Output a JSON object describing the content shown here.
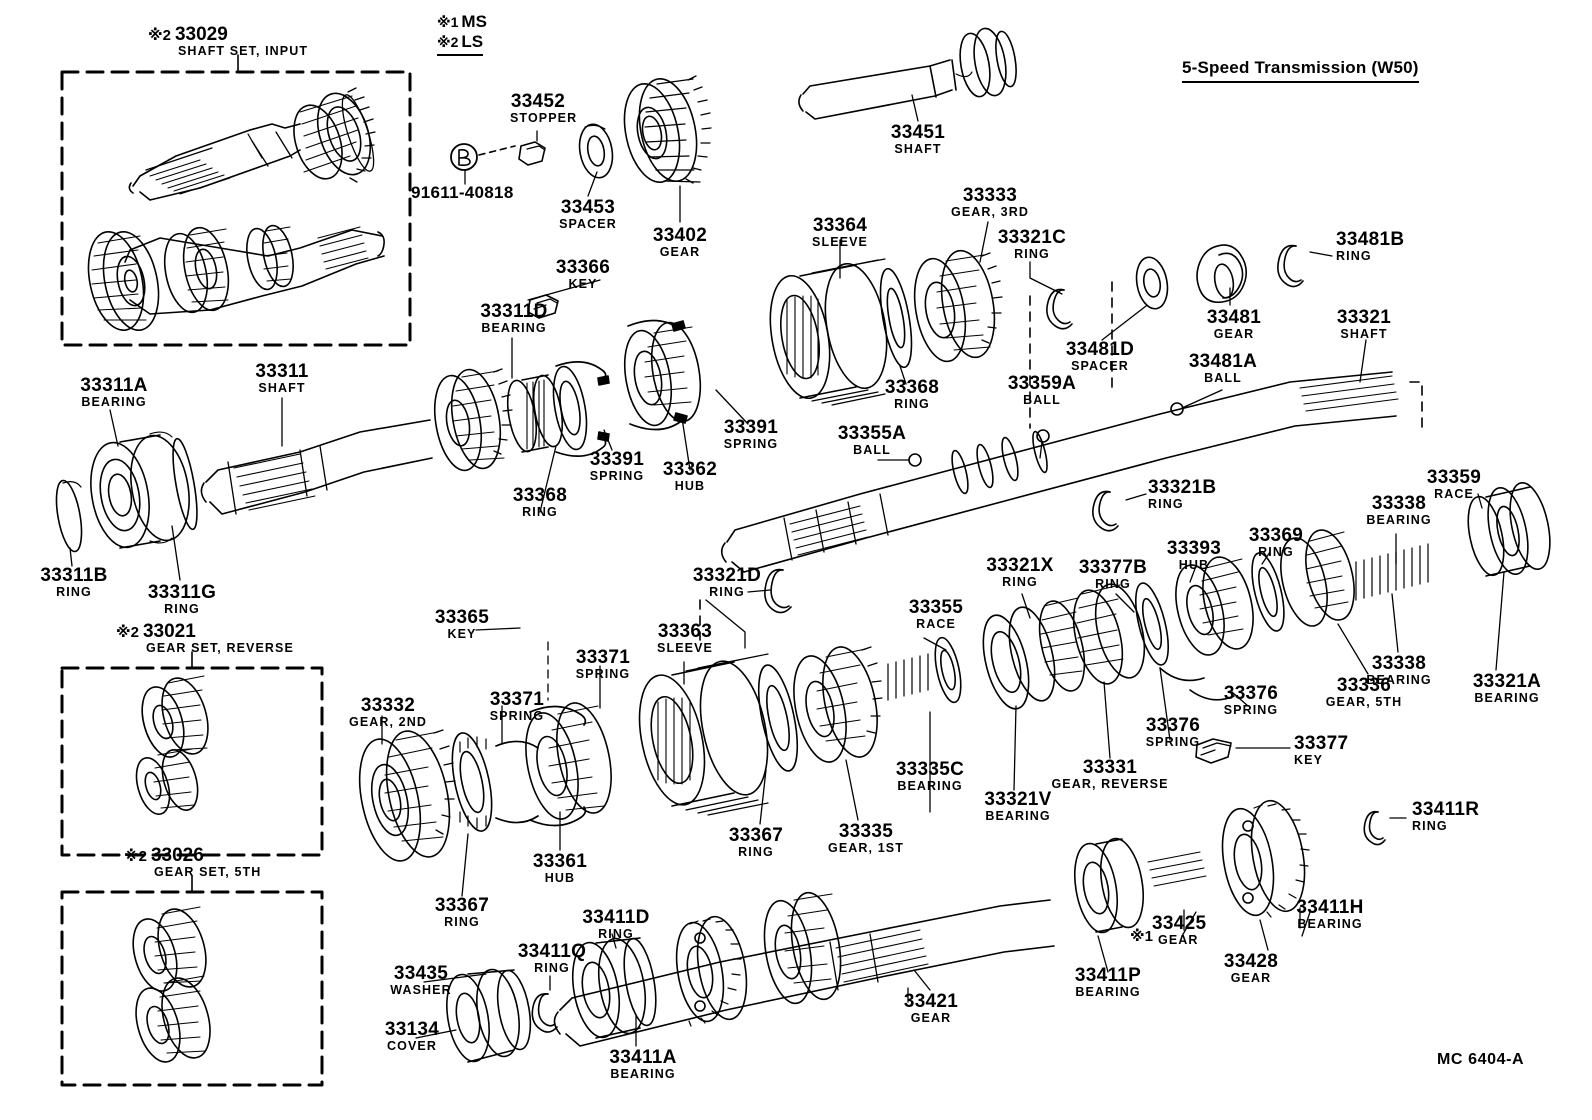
{
  "title": "5-Speed Transmission (W50)",
  "footer_code": "MC 6404-A",
  "legend": [
    {
      "mark": "※1",
      "text": "MS"
    },
    {
      "mark": "※2",
      "text": "LS"
    }
  ],
  "groups": [
    {
      "id": "g33029",
      "mark": "※2",
      "number": "33029",
      "desc": "SHAFT SET, INPUT"
    },
    {
      "id": "g33021",
      "mark": "※2",
      "number": "33021",
      "desc": "GEAR SET, REVERSE"
    },
    {
      "id": "g33026",
      "mark": "※2",
      "number": "33026",
      "desc": "GEAR SET, 5TH"
    }
  ],
  "bolt_ref": {
    "letter": "B",
    "number": "91611-40818"
  },
  "inline_marks": [
    {
      "id": "m33425",
      "text": "※1"
    },
    {
      "id": "m33411p",
      "text": "※1"
    }
  ],
  "parts": [
    {
      "number": "33452",
      "desc": "STOPPER"
    },
    {
      "number": "33453",
      "desc": "SPACER"
    },
    {
      "number": "33402",
      "desc": "GEAR"
    },
    {
      "number": "33451",
      "desc": "SHAFT"
    },
    {
      "number": "33366",
      "desc": "KEY"
    },
    {
      "number": "33364",
      "desc": "SLEEVE"
    },
    {
      "number": "33333",
      "desc": "GEAR, 3RD"
    },
    {
      "number": "33321C",
      "desc": "RING"
    },
    {
      "number": "33481B",
      "desc": "RING"
    },
    {
      "number": "33481",
      "desc": "GEAR"
    },
    {
      "number": "33481D",
      "desc": "SPACER"
    },
    {
      "number": "33481A",
      "desc": "BALL"
    },
    {
      "number": "33321",
      "desc": "SHAFT"
    },
    {
      "number": "33359A",
      "desc": "BALL"
    },
    {
      "number": "33355A",
      "desc": "BALL"
    },
    {
      "number": "33311D",
      "desc": "BEARING"
    },
    {
      "number": "33311",
      "desc": "SHAFT"
    },
    {
      "number": "33311A",
      "desc": "BEARING"
    },
    {
      "number": "33311B",
      "desc": "RING"
    },
    {
      "number": "33311G",
      "desc": "RING"
    },
    {
      "number": "33368",
      "desc": "RING"
    },
    {
      "number": "33391",
      "desc": "SPRING"
    },
    {
      "number": "33362",
      "desc": "HUB"
    },
    {
      "number": "33391",
      "desc": "SPRING"
    },
    {
      "number": "33368",
      "desc": "RING"
    },
    {
      "number": "33321B",
      "desc": "RING"
    },
    {
      "number": "33321D",
      "desc": "RING"
    },
    {
      "number": "33359",
      "desc": "RACE"
    },
    {
      "number": "33338",
      "desc": "BEARING"
    },
    {
      "number": "33369",
      "desc": "RING"
    },
    {
      "number": "33393",
      "desc": "HUB"
    },
    {
      "number": "33377B",
      "desc": "RING"
    },
    {
      "number": "33321X",
      "desc": "RING"
    },
    {
      "number": "33355",
      "desc": "RACE"
    },
    {
      "number": "33365",
      "desc": "KEY"
    },
    {
      "number": "33363",
      "desc": "SLEEVE"
    },
    {
      "number": "33371",
      "desc": "SPRING"
    },
    {
      "number": "33371",
      "desc": "SPRING"
    },
    {
      "number": "33332",
      "desc": "GEAR, 2ND"
    },
    {
      "number": "33338",
      "desc": "BEARING"
    },
    {
      "number": "33321A",
      "desc": "BEARING"
    },
    {
      "number": "33336",
      "desc": "GEAR, 5TH"
    },
    {
      "number": "33376",
      "desc": "SPRING"
    },
    {
      "number": "33376",
      "desc": "SPRING"
    },
    {
      "number": "33331",
      "desc": "GEAR, REVERSE"
    },
    {
      "number": "33321V",
      "desc": "BEARING"
    },
    {
      "number": "33335C",
      "desc": "BEARING"
    },
    {
      "number": "33335",
      "desc": "GEAR, 1ST"
    },
    {
      "number": "33367",
      "desc": "RING"
    },
    {
      "number": "33361",
      "desc": "HUB"
    },
    {
      "number": "33367",
      "desc": "RING"
    },
    {
      "number": "33377",
      "desc": "KEY"
    },
    {
      "number": "33411R",
      "desc": "RING"
    },
    {
      "number": "33411H",
      "desc": "BEARING"
    },
    {
      "number": "33428",
      "desc": "GEAR"
    },
    {
      "number": "33425",
      "desc": "GEAR"
    },
    {
      "number": "33411P",
      "desc": "BEARING"
    },
    {
      "number": "33421",
      "desc": "GEAR"
    },
    {
      "number": "33411D",
      "desc": "RING"
    },
    {
      "number": "33411Q",
      "desc": "RING"
    },
    {
      "number": "33411A",
      "desc": "BEARING"
    },
    {
      "number": "33435",
      "desc": "WASHER"
    },
    {
      "number": "33134",
      "desc": "COVER"
    }
  ],
  "labels": {
    "p33452": {
      "num": "33452",
      "desc": "STOPPER"
    },
    "p33453": {
      "num": "33453",
      "desc": "SPACER"
    },
    "p33402": {
      "num": "33402",
      "desc": "GEAR"
    },
    "p33451": {
      "num": "33451",
      "desc": "SHAFT"
    },
    "p33366": {
      "num": "33366",
      "desc": "KEY"
    },
    "p33364": {
      "num": "33364",
      "desc": "SLEEVE"
    },
    "p33333": {
      "num": "33333",
      "desc": "GEAR, 3RD"
    },
    "p33321C": {
      "num": "33321C",
      "desc": "RING"
    },
    "p33481B": {
      "num": "33481B",
      "desc": "RING"
    },
    "p33481": {
      "num": "33481",
      "desc": "GEAR"
    },
    "p33481D": {
      "num": "33481D",
      "desc": "SPACER"
    },
    "p33481A": {
      "num": "33481A",
      "desc": "BALL"
    },
    "p33321": {
      "num": "33321",
      "desc": "SHAFT"
    },
    "p33359A": {
      "num": "33359A",
      "desc": "BALL"
    },
    "p33355A": {
      "num": "33355A",
      "desc": "BALL"
    },
    "p33311D": {
      "num": "33311D",
      "desc": "BEARING"
    },
    "p33311": {
      "num": "33311",
      "desc": "SHAFT"
    },
    "p33311A": {
      "num": "33311A",
      "desc": "BEARING"
    },
    "p33311B": {
      "num": "33311B",
      "desc": "RING"
    },
    "p33311G": {
      "num": "33311G",
      "desc": "RING"
    },
    "p33368a": {
      "num": "33368",
      "desc": "RING"
    },
    "p33391a": {
      "num": "33391",
      "desc": "SPRING"
    },
    "p33362": {
      "num": "33362",
      "desc": "HUB"
    },
    "p33391b": {
      "num": "33391",
      "desc": "SPRING"
    },
    "p33368b": {
      "num": "33368",
      "desc": "RING"
    },
    "p33321B": {
      "num": "33321B",
      "desc": "RING"
    },
    "p33321D": {
      "num": "33321D",
      "desc": "RING"
    },
    "p33359": {
      "num": "33359",
      "desc": "RACE"
    },
    "p33338a": {
      "num": "33338",
      "desc": "BEARING"
    },
    "p33338b": {
      "num": "33338",
      "desc": "BEARING"
    },
    "p33321A": {
      "num": "33321A",
      "desc": "BEARING"
    },
    "p33336": {
      "num": "33336",
      "desc": "GEAR, 5TH"
    },
    "p33369": {
      "num": "33369",
      "desc": "RING"
    },
    "p33393": {
      "num": "33393",
      "desc": "HUB"
    },
    "p33377B": {
      "num": "33377B",
      "desc": "RING"
    },
    "p33321X": {
      "num": "33321X",
      "desc": "RING"
    },
    "p33355": {
      "num": "33355",
      "desc": "RACE"
    },
    "p33365": {
      "num": "33365",
      "desc": "KEY"
    },
    "p33363": {
      "num": "33363",
      "desc": "SLEEVE"
    },
    "p33371a": {
      "num": "33371",
      "desc": "SPRING"
    },
    "p33371b": {
      "num": "33371",
      "desc": "SPRING"
    },
    "p33332": {
      "num": "33332",
      "desc": "GEAR, 2ND"
    },
    "p33376a": {
      "num": "33376",
      "desc": "SPRING"
    },
    "p33376b": {
      "num": "33376",
      "desc": "SPRING"
    },
    "p33331": {
      "num": "33331",
      "desc": "GEAR, REVERSE"
    },
    "p33321V": {
      "num": "33321V",
      "desc": "BEARING"
    },
    "p33335C": {
      "num": "33335C",
      "desc": "BEARING"
    },
    "p33335": {
      "num": "33335",
      "desc": "GEAR, 1ST"
    },
    "p33367a": {
      "num": "33367",
      "desc": "RING"
    },
    "p33367b": {
      "num": "33367",
      "desc": "RING"
    },
    "p33361": {
      "num": "33361",
      "desc": "HUB"
    },
    "p33377": {
      "num": "33377",
      "desc": "KEY"
    },
    "p33411R": {
      "num": "33411R",
      "desc": "RING"
    },
    "p33411H": {
      "num": "33411H",
      "desc": "BEARING"
    },
    "p33428": {
      "num": "33428",
      "desc": "GEAR"
    },
    "p33425": {
      "num": "33425",
      "desc": "GEAR"
    },
    "p33411P": {
      "num": "33411P",
      "desc": "BEARING"
    },
    "p33421": {
      "num": "33421",
      "desc": "GEAR"
    },
    "p33411D": {
      "num": "33411D",
      "desc": "RING"
    },
    "p33411Q": {
      "num": "33411Q",
      "desc": "RING"
    },
    "p33411A": {
      "num": "33411A",
      "desc": "BEARING"
    },
    "p33435": {
      "num": "33435",
      "desc": "WASHER"
    },
    "p33134": {
      "num": "33134",
      "desc": "COVER"
    }
  }
}
